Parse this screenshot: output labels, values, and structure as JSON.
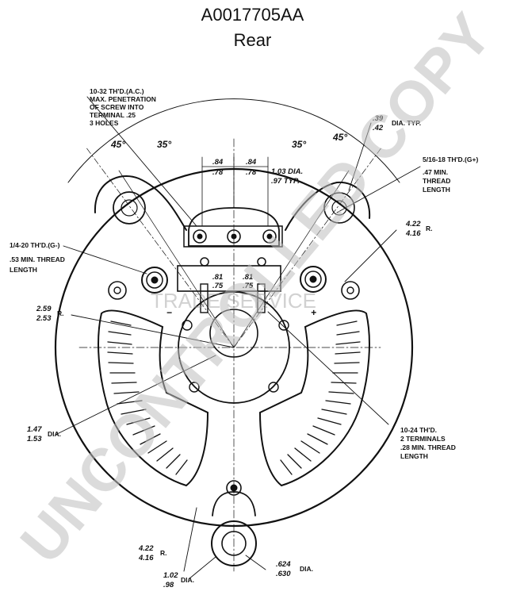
{
  "header": {
    "part_number": "A0017705AA",
    "view": "Rear"
  },
  "watermark": {
    "text": "UNCONTROLLED COPY",
    "logo_text": "TRADE SERVICE"
  },
  "callouts": {
    "ac_terminal": [
      "10-32 TH'D.(A.C.)",
      "MAX. PENETRATION",
      "OF SCREW INTO",
      "TERMINAL .25",
      "3 HOLES"
    ],
    "hole_dia": [
      ".39",
      ".42",
      "DIA. TYP."
    ],
    "pos_terminal": [
      "5/16-18 TH'D.(G+)",
      ".47 MIN.",
      "THREAD",
      "LENGTH"
    ],
    "neg_terminal": [
      "1/4-20 TH'D.(G-)",
      ".53 MIN. THREAD",
      "LENGTH"
    ],
    "field_terminals": [
      "10-24 TH'D.",
      "2 TERMINALS",
      ".28 MIN. THREAD",
      "LENGTH"
    ],
    "boss_dia": [
      "1.03 DIA.",
      ".97 TYP."
    ]
  },
  "dims": {
    "angle_45": "45°",
    "angle_35": "35°",
    "spacing_top_a": ".84",
    "spacing_top_b": ".78",
    "spacing_mid_a": ".81",
    "spacing_mid_b": ".75",
    "radius_upper_a": "4.22",
    "radius_upper_b": "4.16",
    "radius_upper_unit": "R.",
    "radius_left_a": "2.59",
    "radius_left_b": "2.53",
    "radius_left_unit": "R.",
    "bore_a": "1.47",
    "bore_b": "1.53",
    "bore_unit": "DIA.",
    "radius_lower_a": "4.22",
    "radius_lower_b": "4.16",
    "radius_lower_unit": "R.",
    "pivot_a": "1.02",
    "pivot_b": ".98",
    "pivot_unit": "DIA.",
    "hole_a": ".624",
    "hole_b": ".630",
    "hole_unit": "DIA."
  },
  "symbols": {
    "minus": "−",
    "plus": "+"
  }
}
